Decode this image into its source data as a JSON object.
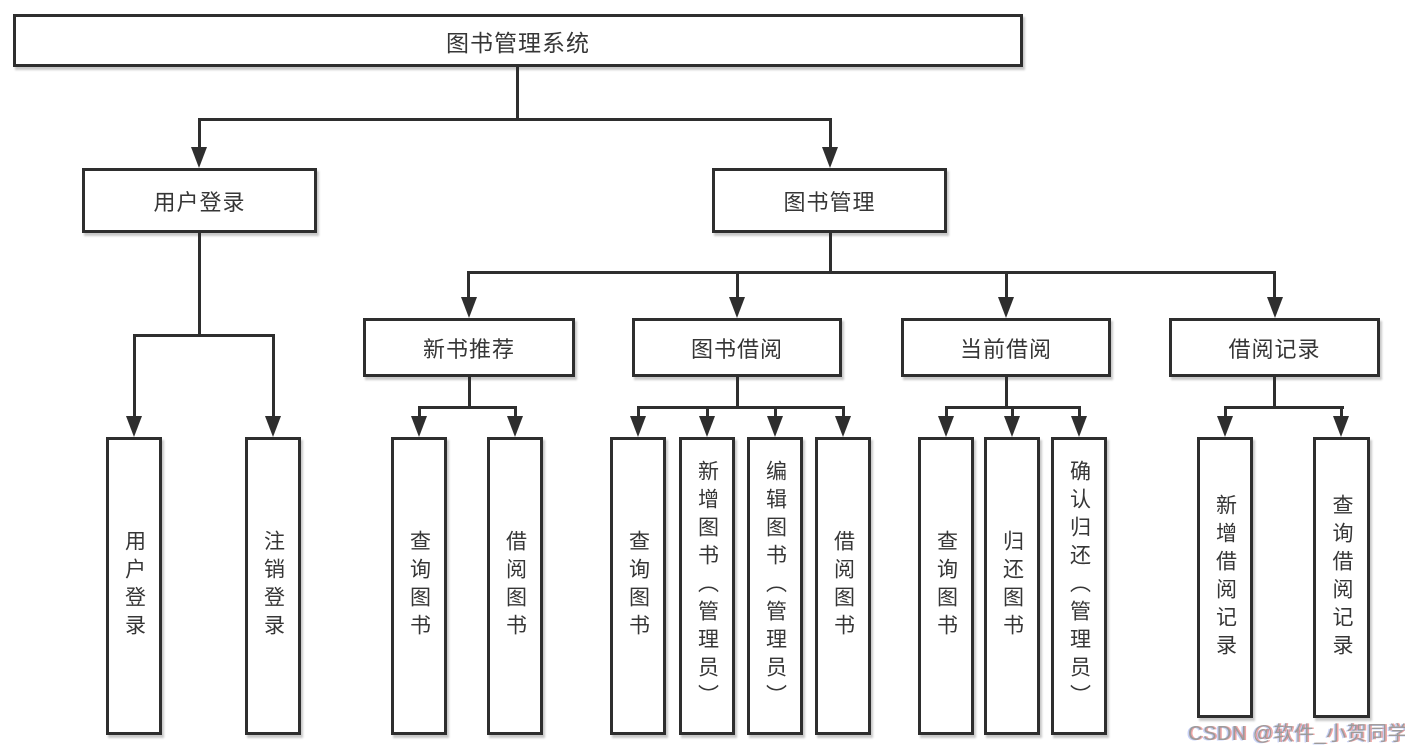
{
  "diagram": {
    "tree": {
      "label": "图书管理系统",
      "children": [
        {
          "label": "用户登录",
          "children": [
            {
              "label": "用户登录"
            },
            {
              "label": "注销登录"
            }
          ]
        },
        {
          "label": "图书管理",
          "children": [
            {
              "label": "新书推荐",
              "children": [
                {
                  "label": "查询图书"
                },
                {
                  "label": "借阅图书"
                }
              ]
            },
            {
              "label": "图书借阅",
              "children": [
                {
                  "label": "查询图书"
                },
                {
                  "label": "新增图书（管理员）"
                },
                {
                  "label": "编辑图书（管理员）"
                },
                {
                  "label": "借阅图书"
                }
              ]
            },
            {
              "label": "当前借阅",
              "children": [
                {
                  "label": "查询图书"
                },
                {
                  "label": "归还图书"
                },
                {
                  "label": "确认归还（管理员）"
                }
              ]
            },
            {
              "label": "借阅记录",
              "children": [
                {
                  "label": "新增借阅记录"
                },
                {
                  "label": "查询借阅记录"
                }
              ]
            }
          ]
        }
      ]
    },
    "colors": {
      "line": "#2e2e2e",
      "text": "#363636",
      "box_fill": "#ffffff",
      "watermark": "#9b9b9b"
    }
  },
  "watermark": {
    "text": "CSDN @软件_小贺同学"
  }
}
